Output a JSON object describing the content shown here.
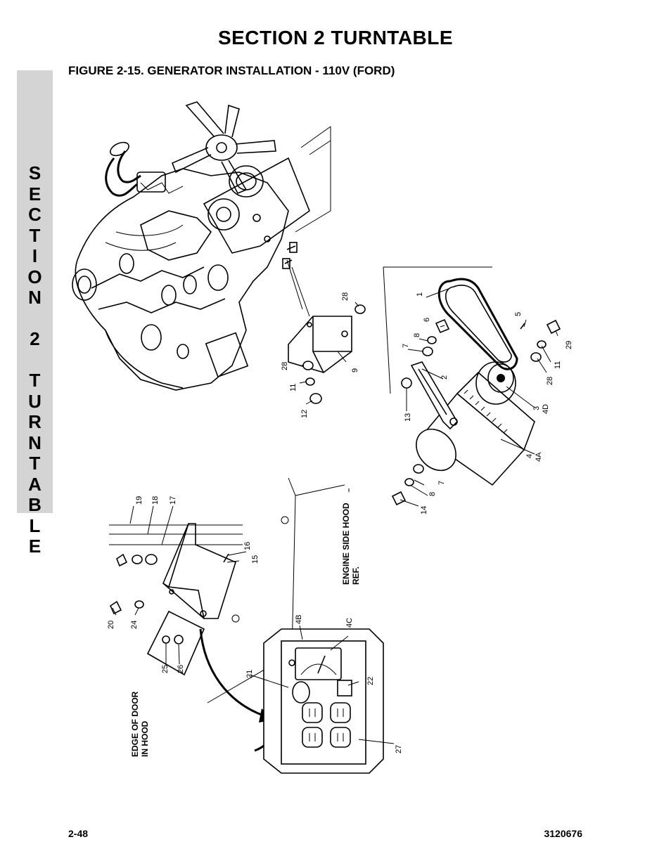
{
  "header": {
    "section_title": "SECTION 2  TURNTABLE",
    "figure_title": "FIGURE 2-15.  GENERATOR INSTALLATION - 110V (FORD)"
  },
  "side_tab": {
    "text": "S\nE\nC\nT\nI\nO\nN\n \n2\n \nT\nU\nR\nN\nT\nA\nB\nL\nE"
  },
  "callouts": {
    "c1": "1",
    "c2": "2",
    "c3": "3",
    "c4d": "4D",
    "c4": "4",
    "c4a": "4A",
    "c5": "5",
    "c6": "6",
    "c7a": "7",
    "c7b": "7",
    "c8a": "8",
    "c8b": "8",
    "c9": "9",
    "c11a": "11",
    "c11b": "11",
    "c12": "12",
    "c13": "13",
    "c14": "14",
    "c15": "15",
    "c16": "16",
    "c17": "17",
    "c18": "18",
    "c19": "19",
    "c20": "20",
    "c21": "21",
    "c22": "22",
    "c24": "24",
    "c25": "25",
    "c26": "26",
    "c27": "27",
    "c28a": "28",
    "c28b": "28",
    "c28c": "28",
    "c29": "29",
    "c4b": "4B",
    "c4c": "4C"
  },
  "references": {
    "engine_hood_line1": "ENGINE SIDE HOOD",
    "engine_hood_line2": "REF.",
    "door_line1": "EDGE OF DOOR",
    "door_line2": "IN HOOD"
  },
  "footer": {
    "page_number": "2-48",
    "doc_number": "3120676"
  }
}
